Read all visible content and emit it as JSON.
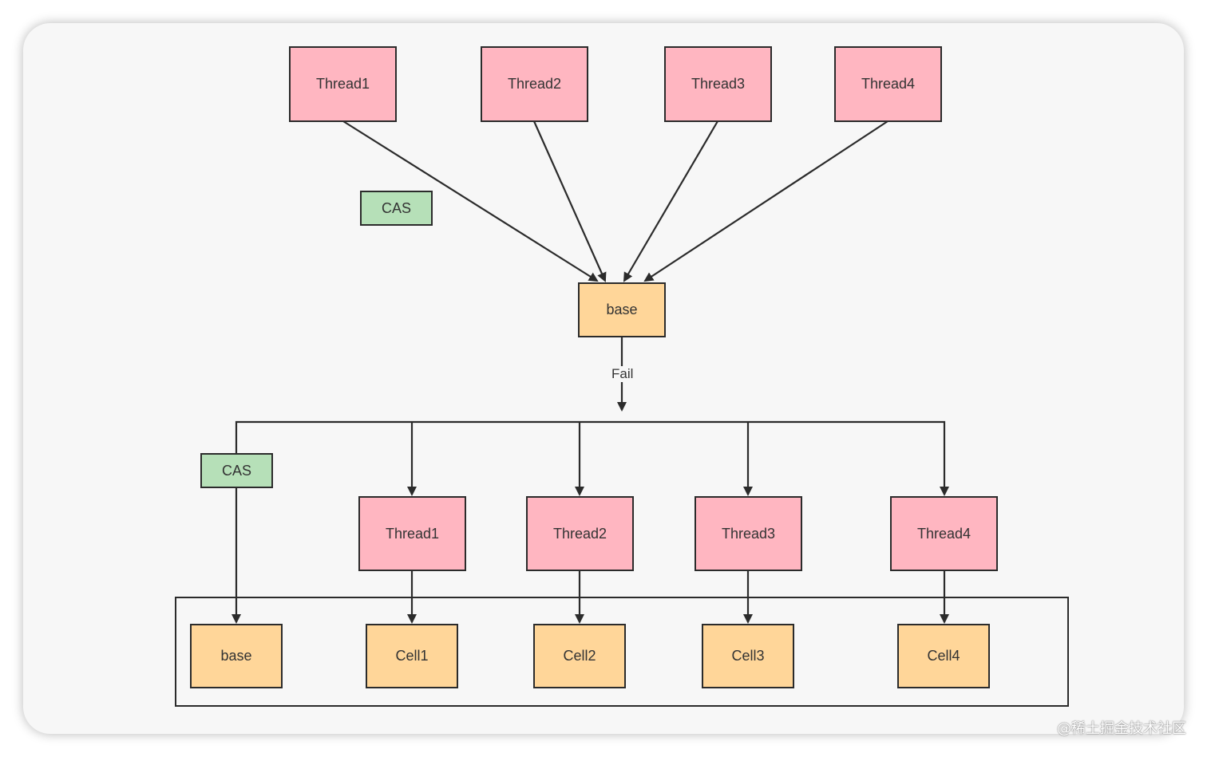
{
  "diagram": {
    "top_threads": [
      "Thread1",
      "Thread2",
      "Thread3",
      "Thread4"
    ],
    "top_cas_label": "CAS",
    "top_base_label": "base",
    "fail_label": "Fail",
    "bottom_cas_label": "CAS",
    "bottom_threads": [
      "Thread1",
      "Thread2",
      "Thread3",
      "Thread4"
    ],
    "bottom_cells": [
      "base",
      "Cell1",
      "Cell2",
      "Cell3",
      "Cell4"
    ]
  },
  "watermark": "@稀土掘金技术社区",
  "colors": {
    "thread_fill": "#ffb6c1",
    "cell_fill": "#ffd699",
    "cas_fill": "#b6e0b8",
    "stroke": "#2b2b2b",
    "background": "#f7f7f7"
  }
}
